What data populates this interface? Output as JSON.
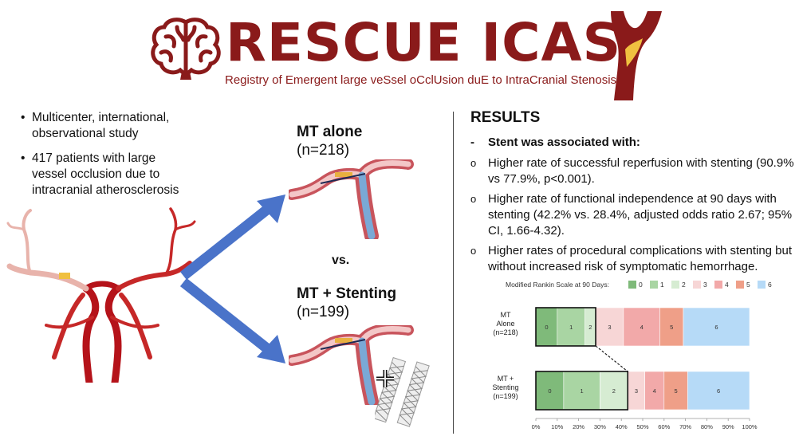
{
  "header": {
    "title": "RESCUE ICAS",
    "subtitle": "Registry of Emergent large veSsel oCclUsion duE to IntraCranial Stenosis",
    "colors": {
      "brand": "#8a1a1a"
    }
  },
  "left": {
    "bullets": [
      "Multicenter, international, observational study",
      "417 patients with large vessel occlusion due to intracranial atherosclerosis"
    ]
  },
  "arms": {
    "mt_alone": {
      "label": "MT alone",
      "n": "(n=218)"
    },
    "vs": "vs.",
    "mt_stent": {
      "label": "MT + Stenting",
      "n": "(n=199)"
    }
  },
  "results": {
    "title": "RESULTS",
    "lead": "Stent was associated with:",
    "items": [
      "Higher rate of successful reperfusion with stenting (90.9% vs 77.9%, p<0.001).",
      "Higher rate of functional independence at 90 days with stenting (42.2% vs. 28.4%, adjusted odds ratio 2.67; 95% CI, 1.66-4.32).",
      "Higher rates of procedural complications with stenting but without increased risk of symptomatic hemorrhage."
    ]
  },
  "chart_data": {
    "type": "bar",
    "orientation": "horizontal-stacked",
    "legend_title": "Modified Rankin Scale at 90 Days:",
    "legend_placement": "top",
    "categories": [
      "0",
      "1",
      "2",
      "3",
      "4",
      "5",
      "6"
    ],
    "colors": [
      "#7fba7a",
      "#a9d5a3",
      "#d6ecd2",
      "#f7d6d6",
      "#f2a9a9",
      "#ef9f88",
      "#b6daf7"
    ],
    "rows": [
      {
        "label": [
          "MT",
          "Alone",
          "(n=218)"
        ],
        "values": [
          10,
          13,
          5,
          13,
          17,
          11,
          31
        ]
      },
      {
        "label": [
          "MT +",
          "Stenting",
          "(n=199)"
        ],
        "values": [
          13,
          17,
          13,
          8,
          9,
          11,
          29
        ]
      }
    ],
    "x_ticks": [
      "0%",
      "10%",
      "20%",
      "30%",
      "40%",
      "50%",
      "60%",
      "70%",
      "80%",
      "90%",
      "100%"
    ],
    "xlim": [
      0,
      100
    ]
  }
}
